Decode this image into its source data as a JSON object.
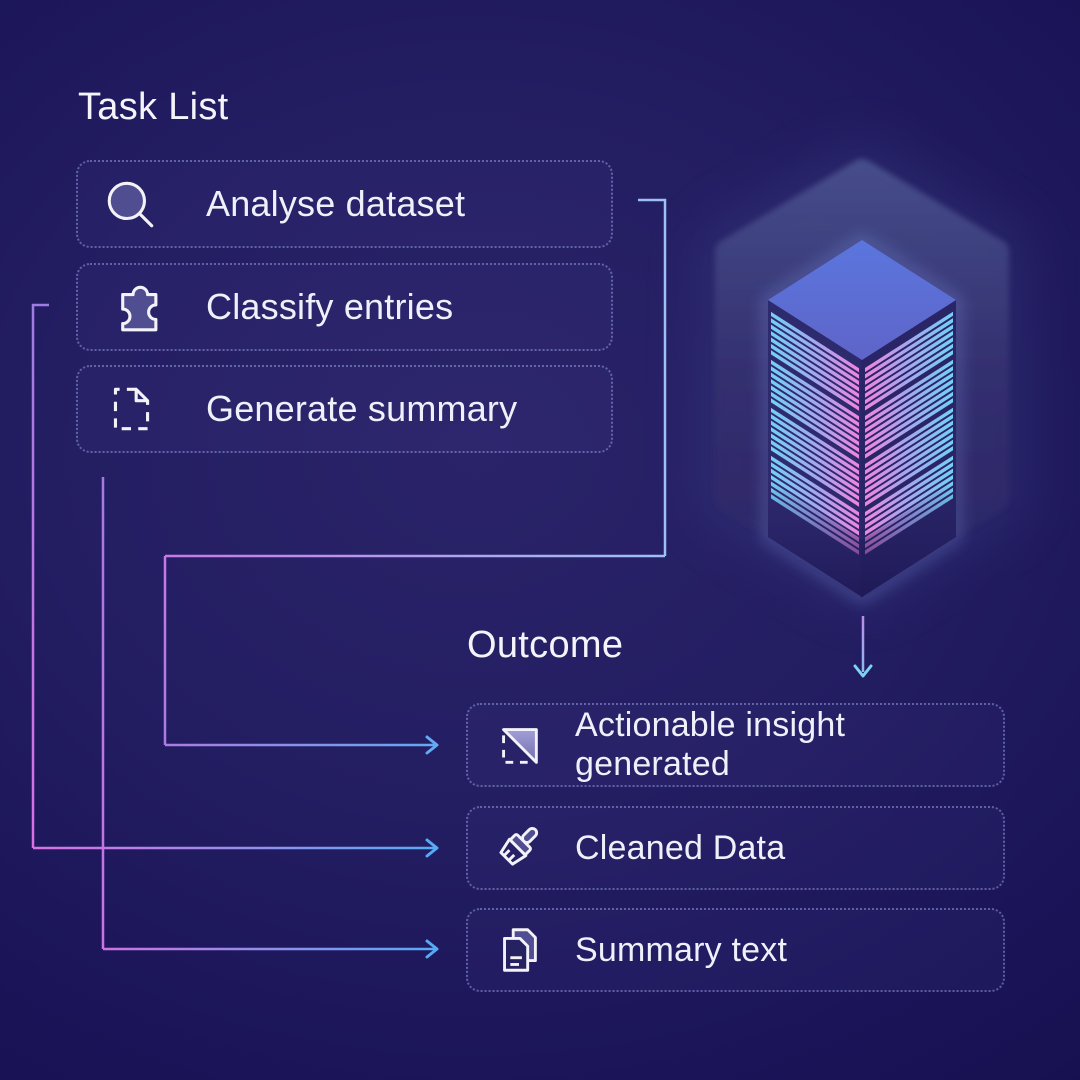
{
  "task_list": {
    "heading": "Task List",
    "items": [
      {
        "label": "Analyse dataset",
        "icon": "magnifier-icon"
      },
      {
        "label": "Classify entries",
        "icon": "puzzle-piece-icon"
      },
      {
        "label": "Generate summary",
        "icon": "draft-document-icon"
      }
    ]
  },
  "outcome": {
    "heading": "Outcome",
    "items": [
      {
        "label": "Actionable insight generated",
        "icon": "diagonal-insight-icon"
      },
      {
        "label": "Cleaned Data",
        "icon": "cleaning-brush-icon"
      },
      {
        "label": "Summary text",
        "icon": "stacked-documents-icon"
      }
    ]
  },
  "flows": [
    {
      "from": "Analyse dataset",
      "to": "Actionable insight generated"
    },
    {
      "from": "Classify entries",
      "to": "Cleaned Data"
    },
    {
      "from": "Generate summary",
      "to": "Summary text"
    }
  ],
  "illustration": {
    "name": "isometric-data-server",
    "description": "glowing striped server tower on a rounded hexagon, arrow pointing down to Outcome"
  },
  "colors": {
    "background": "#1f1960",
    "text": "#f2f3fa",
    "box_border": "#9aa2e2",
    "icon_fill": "#504d90",
    "line_blue": "#9dc0f6",
    "line_purple": "#ab7ce4",
    "line_magenta": "#da70e4",
    "arrow_blue": "#57aaf4",
    "stripe_cyan": "#6fd3f7",
    "stripe_pink": "#f583dc",
    "server_top_face": "#5a74dc",
    "hexagon": "#474f8c"
  }
}
